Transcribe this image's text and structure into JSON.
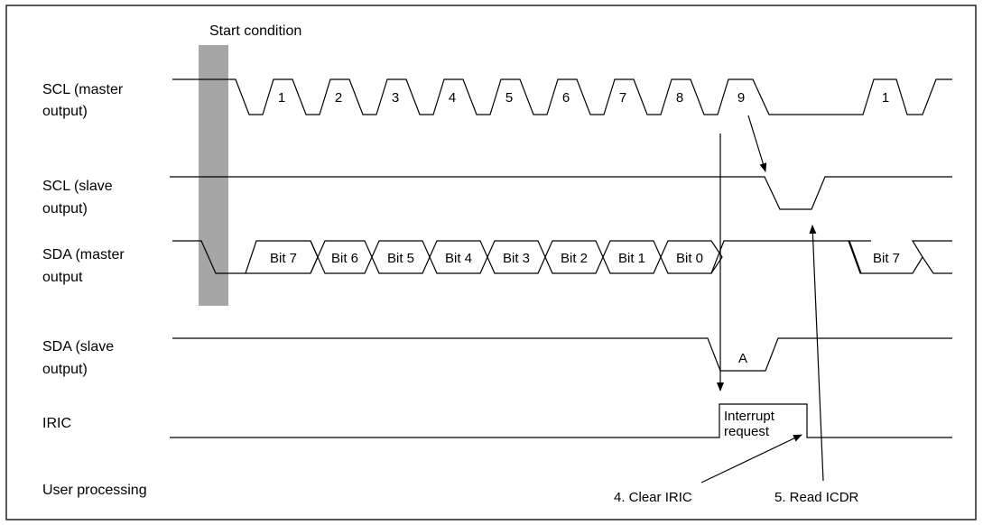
{
  "annotations": {
    "start_condition": "Start condition",
    "user_processing": "User processing",
    "clear_iric": "4.  Clear IRIC",
    "read_icdr": "5.  Read ICDR",
    "interrupt_line1": "Interrupt",
    "interrupt_line2": "request",
    "ack": "A"
  },
  "signals": {
    "scl_master": [
      "SCL (master",
      "output)"
    ],
    "scl_slave": [
      "SCL (slave",
      "output)"
    ],
    "sda_master": [
      "SDA (master",
      "output"
    ],
    "sda_slave": [
      "SDA (slave",
      "output)"
    ],
    "iric": "IRIC"
  },
  "clock_numbers": [
    "1",
    "2",
    "3",
    "4",
    "5",
    "6",
    "7",
    "8",
    "9"
  ],
  "clock_number_after": "1",
  "data_bits": [
    "Bit 7",
    "Bit 6",
    "Bit 5",
    "Bit 4",
    "Bit 3",
    "Bit 2",
    "Bit 1",
    "Bit 0"
  ],
  "data_bit_after": "Bit 7",
  "colors": {
    "start_bar": "#a6a6a6",
    "line": "#000000",
    "background": "#ffffff"
  }
}
